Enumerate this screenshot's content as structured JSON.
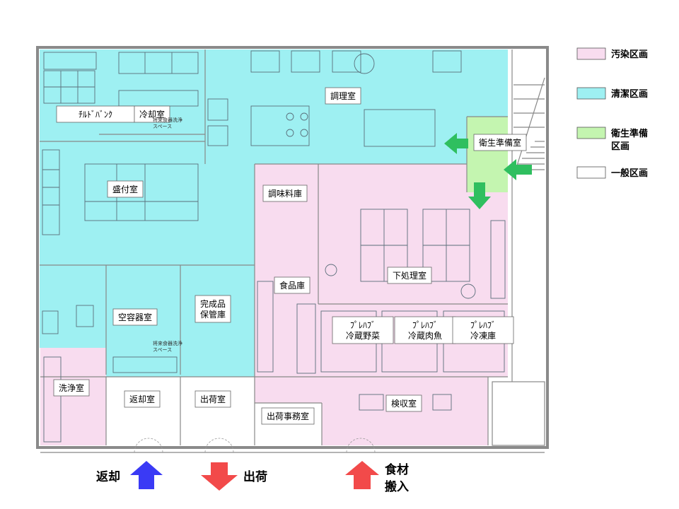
{
  "zone_colors": {
    "contaminated": "#f8dcef",
    "clean": "#9ef0f2",
    "sanitary": "#c4f5b0",
    "general": "#ffffff"
  },
  "legend": [
    {
      "key": "contaminated",
      "label": "汚染区画"
    },
    {
      "key": "clean",
      "label": "清潔区画"
    },
    {
      "key": "sanitary",
      "label": "衛生準備\n区画"
    },
    {
      "key": "general",
      "label": "一般区画"
    }
  ],
  "rooms": {
    "chill": "ﾁﾙﾄﾞﾊﾞﾝｸ",
    "cooling": "冷却室",
    "cooking": "調理室",
    "sanitary_prep": "衛生準備室",
    "plating": "盛付室",
    "seasoning": "調味料庫",
    "food_store": "食品庫",
    "prep": "下処理室",
    "empty_container": "空容器室",
    "finished_storage": "完成品\n保管庫",
    "prefab_veg": "ﾌﾟﾚﾊﾌﾞ\n冷蔵野菜",
    "prefab_meat": "ﾌﾟﾚﾊﾌﾞ\n冷蔵肉魚",
    "prefab_freezer": "ﾌﾟﾚﾊﾌﾞ\n冷凍庫",
    "washing": "洗浄室",
    "return_room": "返却室",
    "shipping_room": "出荷室",
    "inspection": "検収室",
    "shipping_office": "出荷事務室"
  },
  "annotations": {
    "space_note_1": "将来食器洗浄\nスペース",
    "space_note_2": "将来食器洗浄\nスペース"
  },
  "flows": [
    {
      "key": "return",
      "label": "返却",
      "color": "#3a3af5",
      "direction": "up"
    },
    {
      "key": "ship",
      "label": "出荷",
      "color": "#f24a4a",
      "direction": "down"
    },
    {
      "key": "ingredients",
      "label": "食材\n搬入",
      "color": "#f24a4a",
      "direction": "up"
    }
  ],
  "hygiene_arrows_color": "#2fbf5f"
}
